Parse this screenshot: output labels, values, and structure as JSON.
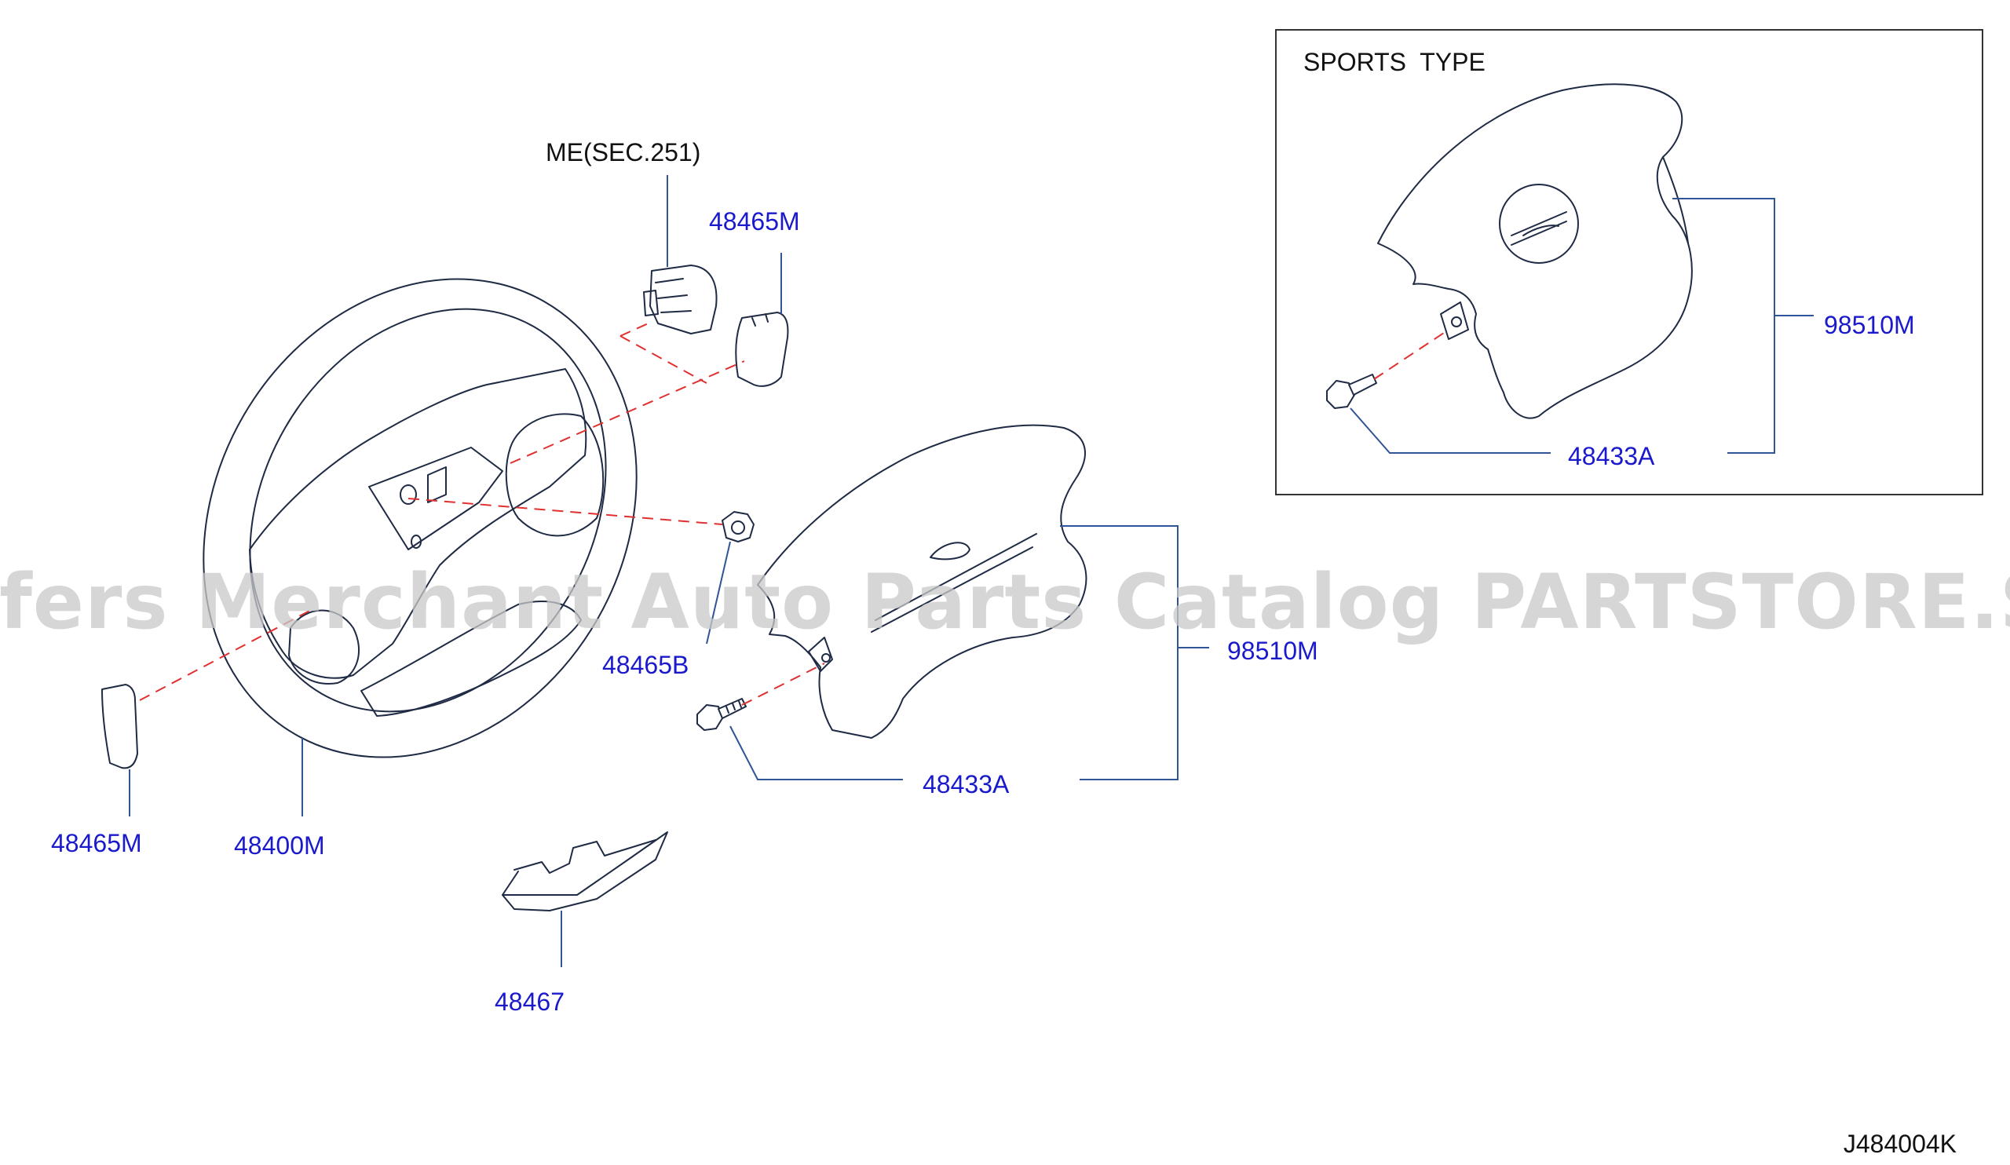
{
  "watermark": "Offers Merchant Auto Parts Catalog PARTSTORE.SA",
  "diagram_code": "J484004K",
  "inset_title": "SPORTS  TYPE",
  "reference_note": "ME(SEC.251)",
  "callouts": {
    "switch_cover_top": "48465M",
    "switch_cover_left": "48465M",
    "steering_wheel": "48400M",
    "nut": "48465B",
    "bracket": "48467",
    "airbag_module": "98510M",
    "bolt": "48433A",
    "inset_airbag_module": "98510M",
    "inset_bolt": "48433A"
  },
  "colors": {
    "callout_text": "#1a1acc",
    "leader_line": "#2f5597",
    "dashed_line": "#e03030",
    "part_outline": "#1f2a44",
    "watermark": "#c9c9c9"
  }
}
